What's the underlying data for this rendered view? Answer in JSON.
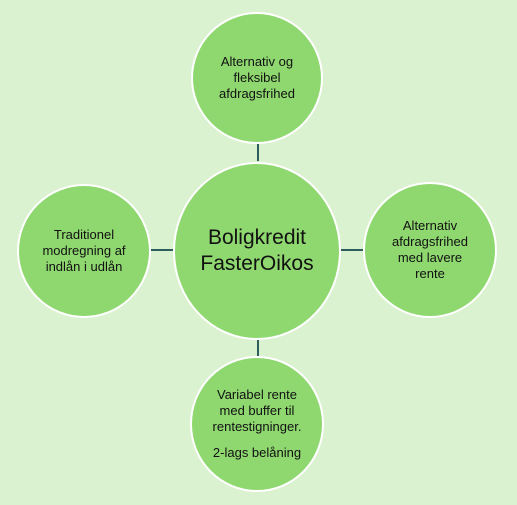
{
  "diagram": {
    "center": "Boligkredit\nFasterOikos",
    "top": "Alternativ og\nfleksibel\nafdragsfrihed",
    "right": "Alternativ\nafdragsfrihed\nmed lavere\nrente",
    "bottom_main": "Variabel rente\nmed buffer til\nrentestigninger.",
    "bottom_extra": "2-lags belåning",
    "left": "Traditionel\nmodregning af\nindlån i udlån"
  },
  "colors": {
    "background": "#daf2d0",
    "circle_fill": "#8fd870",
    "circle_border": "#ffffff",
    "connector": "#2e5e5a"
  }
}
